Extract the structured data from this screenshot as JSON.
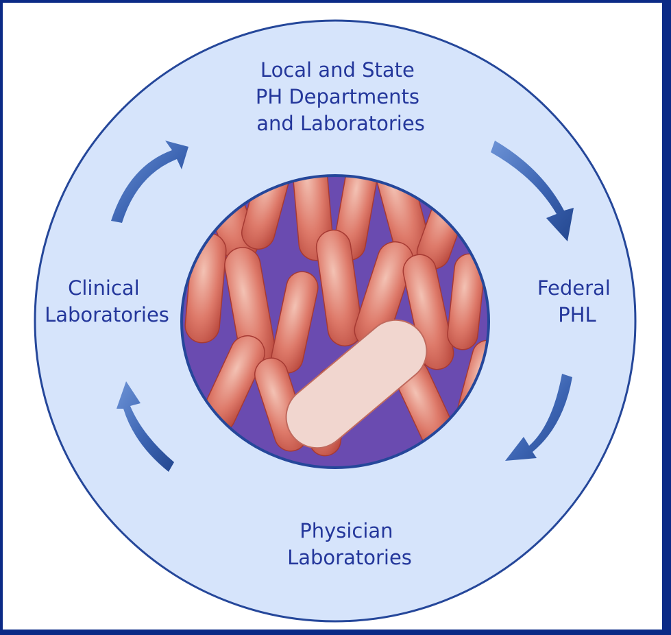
{
  "diagram": {
    "nodes": {
      "top": {
        "lines": [
          "Local and State",
          "PH Departments",
          "and Laboratories"
        ]
      },
      "right": {
        "lines": [
          "Federal",
          "PHL"
        ]
      },
      "bottom": {
        "lines": [
          "Physician",
          "Laboratories"
        ]
      },
      "left": {
        "lines": [
          "Clinical",
          "Laboratories"
        ]
      }
    },
    "center_image": {
      "description": "bacteria-micrograph"
    },
    "arrows": [
      "cycle-arrow-top-right",
      "cycle-arrow-bottom-right",
      "cycle-arrow-bottom-left",
      "cycle-arrow-top-left"
    ],
    "colors": {
      "frame": "#0b2a86",
      "ring_fill": "#d6e4fb",
      "ring_stroke": "#25479a",
      "text": "#24379b",
      "arrow": "#3f68b6",
      "bacteria": "#d9685c",
      "background_tissue": "#6a4bb0"
    }
  }
}
